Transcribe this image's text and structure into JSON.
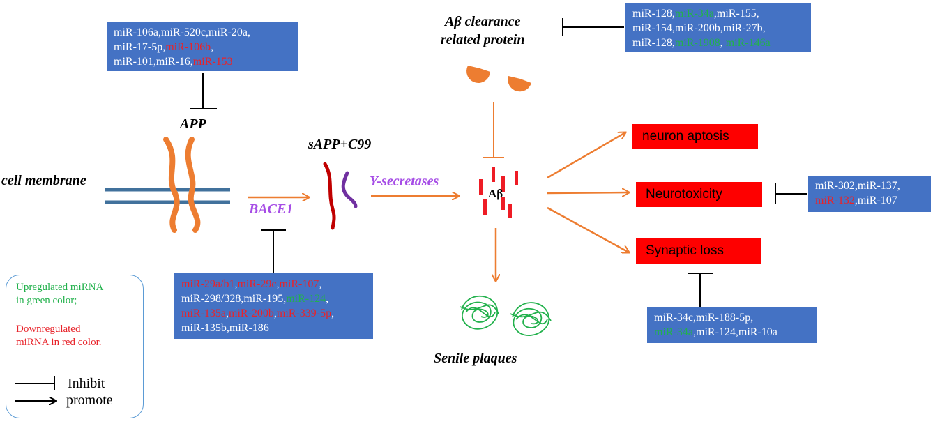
{
  "labels": {
    "app": "APP",
    "cell_membrane": "cell membrane",
    "bace1": "BACE1",
    "sapp_c99": "sAPP+C99",
    "y_secretases": "Y-secretases",
    "abeta": "Aβ",
    "abeta_clearance_line1": "Aβ clearance",
    "abeta_clearance_line2": "related protein",
    "senile_plaques": "Senile plaques"
  },
  "outcomes": {
    "neuron_aptosis": "neuron aptosis",
    "neurotoxicity": "Neurotoxicity",
    "synaptic_loss": "Synaptic loss"
  },
  "mirna_boxes": {
    "app": [
      [
        {
          "t": "miR-106a,miR-520c,miR-20a,",
          "c": "white"
        }
      ],
      [
        {
          "t": "miR-17-5p,",
          "c": "white"
        },
        {
          "t": "miR-106b",
          "c": "red"
        },
        {
          "t": ",",
          "c": "white"
        }
      ],
      [
        {
          "t": "miR-101,miR-16,",
          "c": "white"
        },
        {
          "t": "miR-153",
          "c": "red"
        }
      ]
    ],
    "bace1": [
      [
        {
          "t": "miR-29a/b1",
          "c": "red"
        },
        {
          "t": ",",
          "c": "white"
        },
        {
          "t": "miR-29c",
          "c": "red"
        },
        {
          "t": ",",
          "c": "white"
        },
        {
          "t": "miR-107",
          "c": "red"
        },
        {
          "t": ",",
          "c": "white"
        }
      ],
      [
        {
          "t": "miR-298/328,miR-195,",
          "c": "white"
        },
        {
          "t": "miR-124",
          "c": "green"
        },
        {
          "t": ",",
          "c": "white"
        }
      ],
      [
        {
          "t": "miR-135a",
          "c": "red"
        },
        {
          "t": ",",
          "c": "white"
        },
        {
          "t": "miR-200b",
          "c": "red"
        },
        {
          "t": ",",
          "c": "white"
        },
        {
          "t": "miR-339-5p",
          "c": "red"
        },
        {
          "t": ",",
          "c": "white"
        }
      ],
      [
        {
          "t": "miR-135b,miR-186",
          "c": "white"
        }
      ]
    ],
    "clearance": [
      [
        {
          "t": "miR-128,",
          "c": "white"
        },
        {
          "t": "miR-34a",
          "c": "green"
        },
        {
          "t": ",miR-155,",
          "c": "white"
        }
      ],
      [
        {
          "t": "miR-154,miR-200b,miR-27b,",
          "c": "white"
        }
      ],
      [
        {
          "t": "miR-128,",
          "c": "white"
        },
        {
          "t": "miR-1908",
          "c": "green"
        },
        {
          "t": ", ",
          "c": "white"
        },
        {
          "t": "miR-146a",
          "c": "green"
        }
      ]
    ],
    "neurotoxicity": [
      [
        {
          "t": "miR-302,miR-137,",
          "c": "white"
        }
      ],
      [
        {
          "t": "miR-132",
          "c": "red"
        },
        {
          "t": ",miR-107",
          "c": "white"
        }
      ]
    ],
    "synaptic": [
      [
        {
          "t": "miR-34c,miR-188-5p,",
          "c": "white"
        }
      ],
      [
        {
          "t": "miR-34a",
          "c": "green"
        },
        {
          "t": ",miR-124,miR-10a",
          "c": "white"
        }
      ]
    ]
  },
  "legend": {
    "up_line1": "Upregulated miRNA",
    "up_line2": "in green color;",
    "down_line1": "Downregulated",
    "down_line2": "miRNA in red color.",
    "inhibit": "Inhibit",
    "promote": "promote"
  },
  "colors": {
    "arrow": "#ed7d31",
    "box_blue": "#4472c4",
    "outcome_red": "#fe0000",
    "up_green": "#22b14c",
    "down_red": "#e8232a",
    "purple": "#a64de6"
  }
}
